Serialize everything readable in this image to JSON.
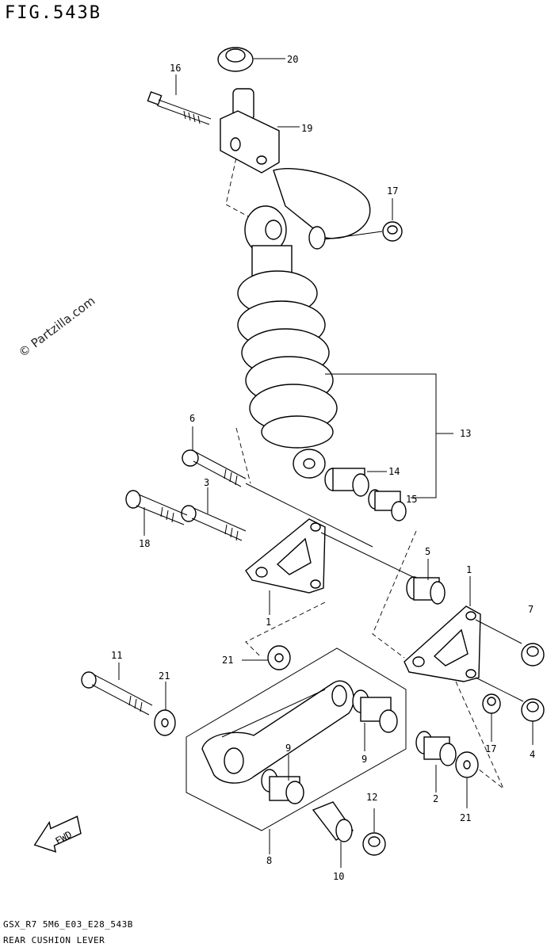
{
  "figure": {
    "title": "FIG.543B",
    "footer_code": "GSX_R7 5M6_E03_E28_543B",
    "footer_name": "REAR CUSHION LEVER",
    "watermark": "© Partzilla.com",
    "fwd_label": "FWD"
  },
  "callouts": {
    "c1a": "1",
    "c1b": "1",
    "c2a": "2",
    "c3": "3",
    "c4": "4",
    "c5": "5",
    "c6": "6",
    "c7": "7",
    "c8": "8",
    "c9a": "9",
    "c9b": "9",
    "c10": "10",
    "c11": "11",
    "c12": "12",
    "c13": "13",
    "c14": "14",
    "c15": "15",
    "c16": "16",
    "c17a": "17",
    "c17b": "17",
    "c18": "18",
    "c19": "19",
    "c20": "20",
    "c21a": "21",
    "c21b": "21",
    "c21c": "21"
  }
}
